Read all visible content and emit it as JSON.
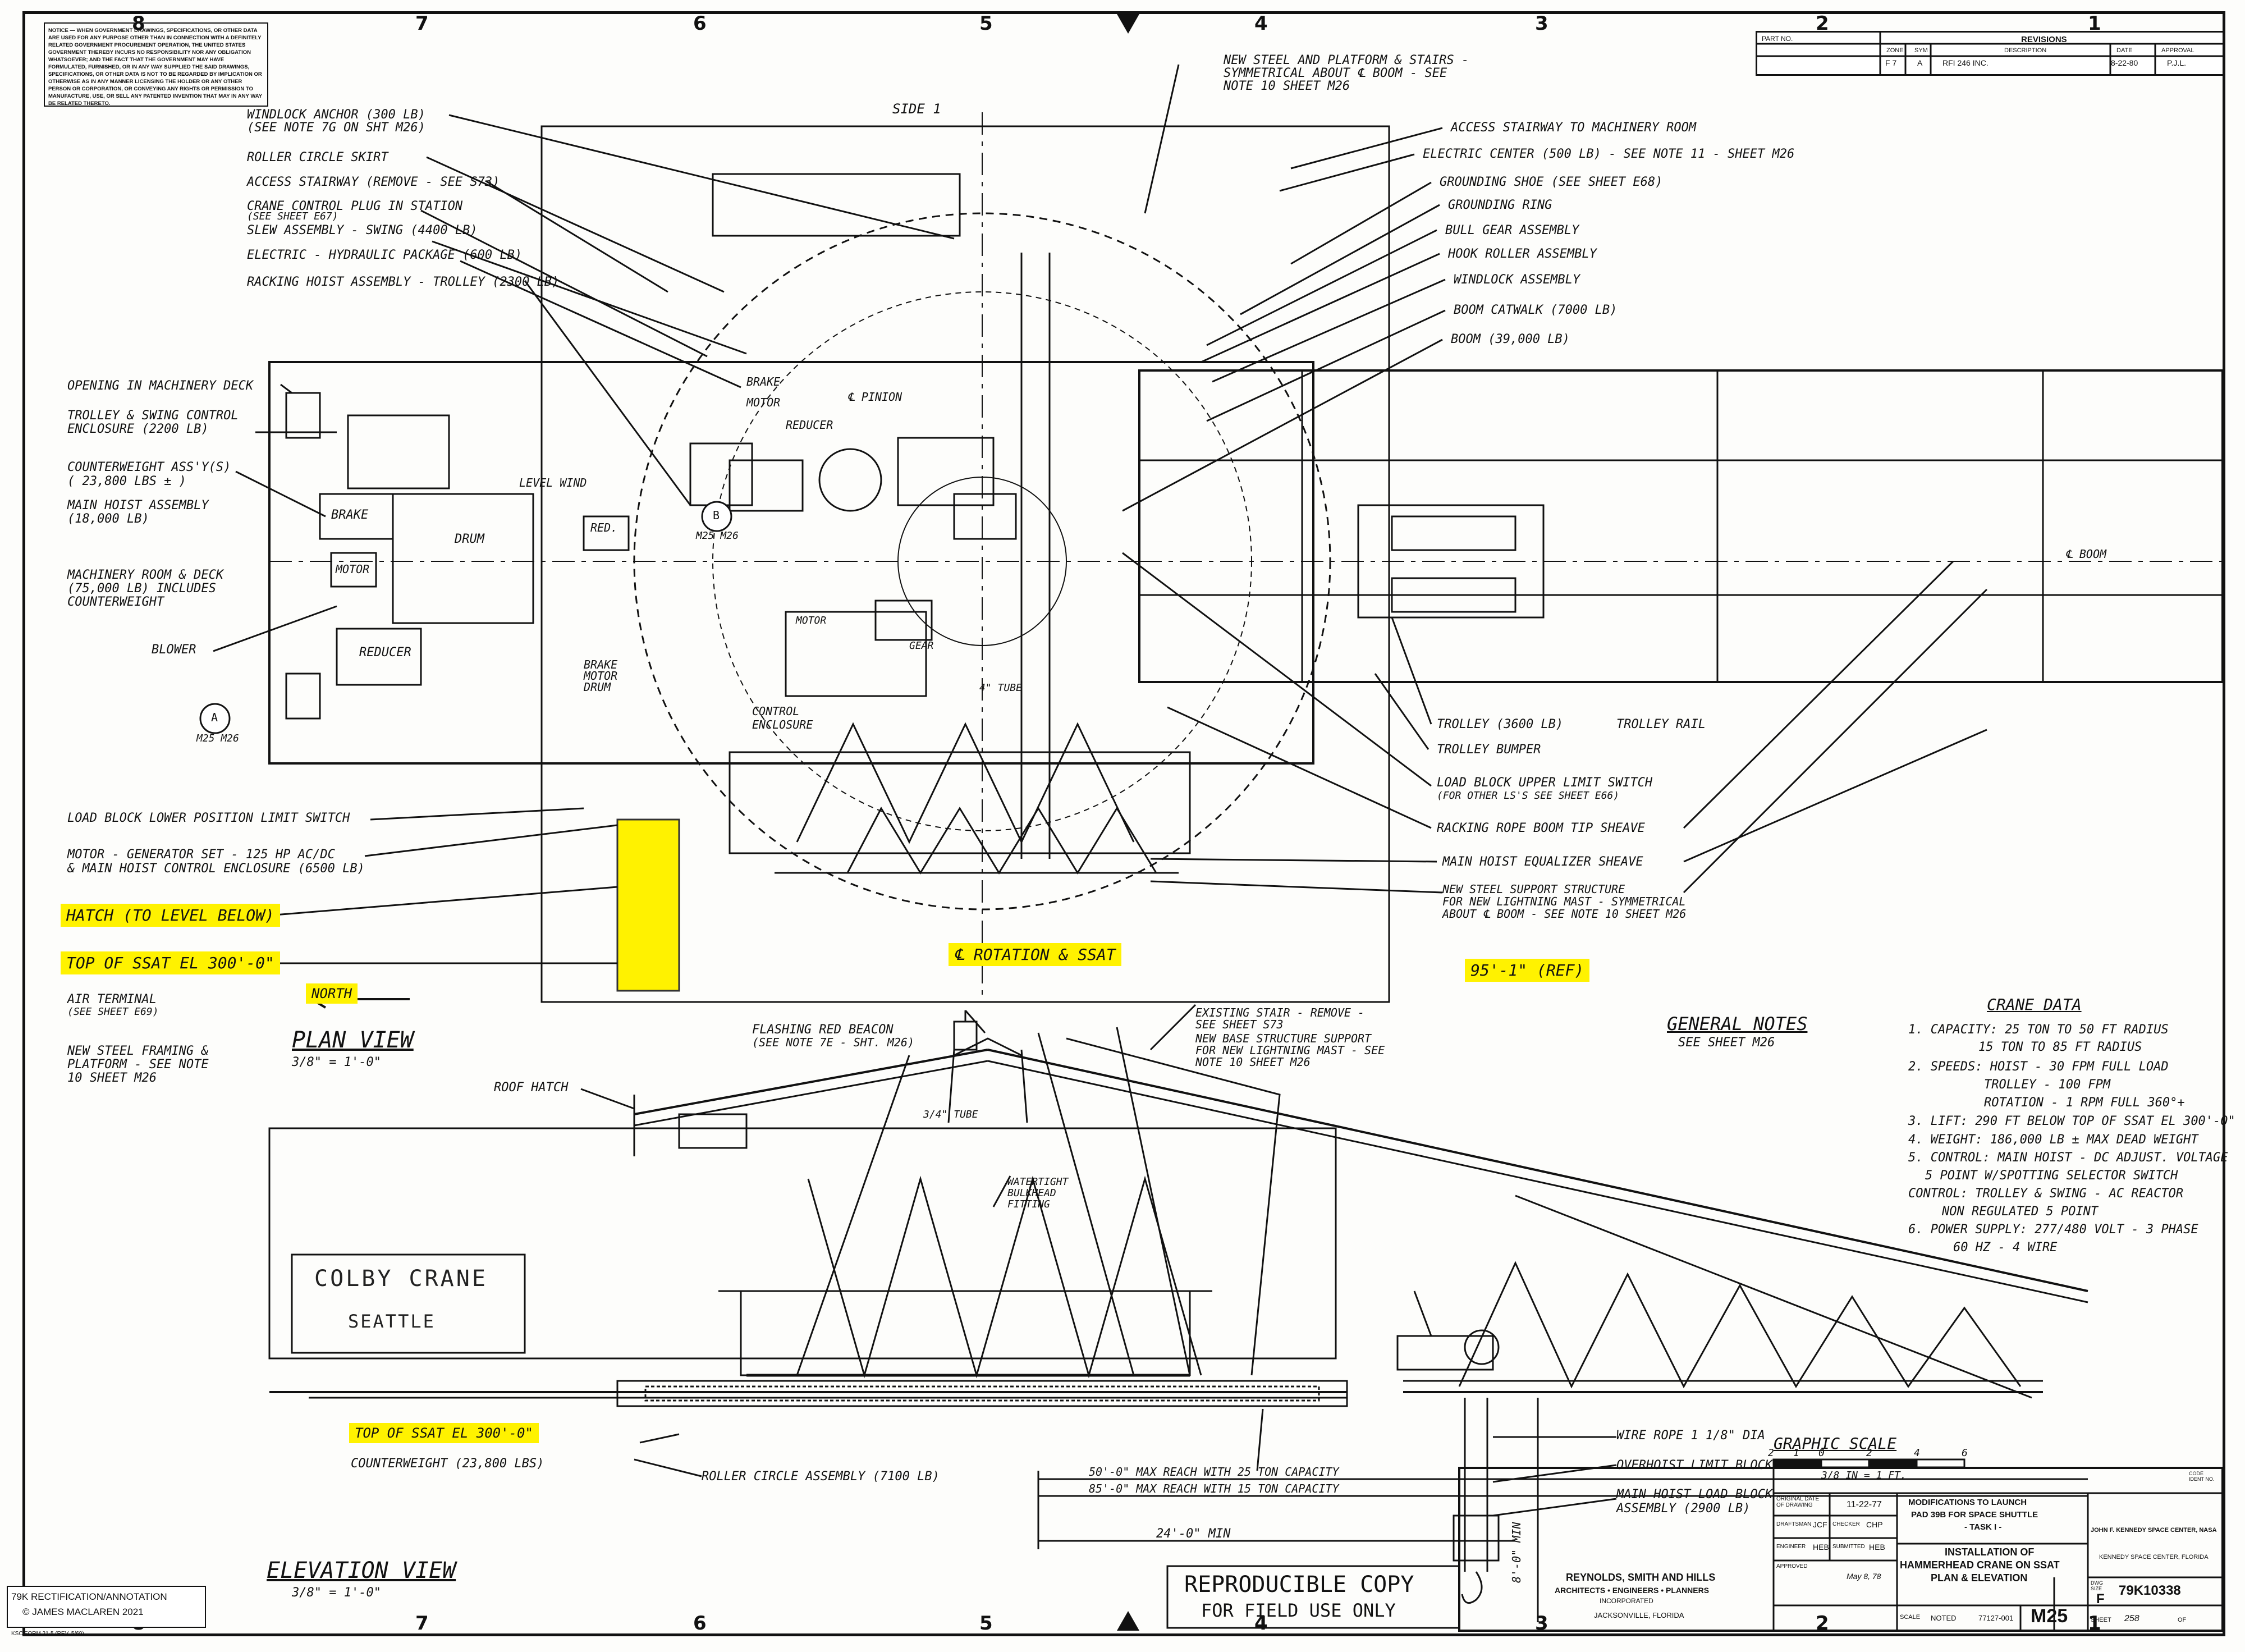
{
  "zones": [
    "8",
    "7",
    "6",
    "5",
    "4",
    "3",
    "2",
    "1"
  ],
  "notice": "NOTICE — WHEN GOVERNMENT DRAWINGS, SPECIFICATIONS, OR OTHER DATA ARE USED FOR ANY PURPOSE OTHER THAN IN CONNECTION WITH A DEFINITELY RELATED GOVERNMENT PROCUREMENT OPERATION, THE UNITED STATES GOVERNMENT THEREBY INCURS NO RESPONSIBILITY NOR ANY OBLIGATION WHATSOEVER; AND THE FACT THAT THE GOVERNMENT MAY HAVE FORMULATED, FURNISHED, OR IN ANY WAY SUPPLIED THE SAID DRAWINGS, SPECIFICATIONS, OR OTHER DATA IS NOT TO BE REGARDED BY IMPLICATION OR OTHERWISE AS IN ANY MANNER LICENSING THE HOLDER OR ANY OTHER PERSON OR CORPORATION, OR CONVEYING ANY RIGHTS OR PERMISSION TO MANUFACTURE, USE, OR SELL ANY PATENTED INVENTION THAT MAY IN ANY WAY BE RELATED THERETO.",
  "revisions": {
    "part_no_label": "PART NO.",
    "title": "REVISIONS",
    "headers": [
      "ZONE",
      "SYM",
      "DESCRIPTION",
      "DATE",
      "APPROVAL"
    ],
    "row": [
      "F 7",
      "A",
      "RFI 246 INC.",
      "8-22-80",
      "P.J.L."
    ]
  },
  "plan": {
    "side_label": "SIDE 1",
    "title": "PLAN VIEW",
    "scale": "3/8\" = 1'-0\"",
    "north": "NORTH",
    "left_callouts": [
      "WINDLOCK ANCHOR (300 LB)",
      "(SEE NOTE 7g ON SHT M26)",
      "ROLLER CIRCLE SKIRT",
      "ACCESS STAIRWAY (REMOVE - SEE S73)",
      "CRANE CONTROL PLUG IN STATION",
      "(SEE SHEET E67)",
      "SLEW ASSEMBLY - SWING (4400 lb)",
      "ELECTRIC - HYDRAULIC PACKAGE (600 lb)",
      "RACKING HOIST ASSEMBLY - TROLLEY (2300 lb)",
      "OPENING IN MACHINERY DECK",
      "TROLLEY & SWING CONTROL",
      "ENCLOSURE (2200 lb)",
      "COUNTERWEIGHT ASS'Y(S)",
      "( 23,800 LBS ± )",
      "MAIN HOIST ASSEMBLY",
      "(18,000 lb)",
      "MACHINERY ROOM & DECK",
      "(75,000 lb) INCLUDES",
      "COUNTERWEIGHT",
      "BLOWER",
      "LOAD BLOCK LOWER POSITION LIMIT SWITCH",
      "MOTOR - GENERATOR SET - 125 HP AC/DC",
      "& MAIN HOIST CONTROL ENCLOSURE (6500 lb)",
      "HATCH (TO LEVEL BELOW)",
      "TOP OF SSAT EL 300'-0\"",
      "AIR TERMINAL",
      "(SEE SHEET E69)",
      "NEW STEEL FRAMING &",
      "PLATFORM - SEE NOTE",
      "10 SHEET M26"
    ],
    "right_callouts": [
      "NEW STEEL AND PLATFORM & STAIRS -",
      "SYMMETRICAL ABOUT ℄ BOOM - SEE",
      "NOTE 10 SHEET M26",
      "ACCESS STAIRWAY TO MACHINERY ROOM",
      "ELECTRIC CENTER (500 lb) - SEE NOTE 11 - SHEET M26",
      "GROUNDING SHOE (SEE SHEET E68)",
      "GROUNDING RING",
      "BULL GEAR ASSEMBLY",
      "HOOK ROLLER ASSEMBLY",
      "WINDLOCK ASSEMBLY",
      "BOOM CATWALK (7000 lb)",
      "BOOM (39,000 lb)",
      "TROLLEY (3600 lb)",
      "TROLLEY RAIL",
      "TROLLEY BUMPER",
      "LOAD BLOCK UPPER LIMIT SWITCH",
      "(FOR OTHER LS's SEE SHEET E66)",
      "RACKING ROPE BOOM TIP SHEAVE",
      "MAIN HOIST EQUALIZER SHEAVE",
      "NEW STEEL SUPPORT STRUCTURE",
      "FOR NEW LIGHTNING MAST - SYMMETRICAL",
      "ABOUT ℄ BOOM - SEE NOTE 10 SHEET M26"
    ],
    "inner_labels": {
      "brake": "BRAKE",
      "motor": "MOTOR",
      "reducer": "REDUCER",
      "pinion": "℄ PINION",
      "level_wind": "LEVEL WIND",
      "drum": "DRUM",
      "red": "RED.",
      "brake2": "BRAKE",
      "motor2": "MOTOR",
      "drum2": "DRUM",
      "reducer2": "REDUCER",
      "motor3": "MOTOR",
      "gear": "GEAR",
      "control_enclosure": "CONTROL ENCLOSURE",
      "tube": "4\" TUBE",
      "boom": "℄ BOOM",
      "rotation": "℄ ROTATION & SSAT",
      "ref_dim": "95'-1\" (REF)",
      "section_a": "A",
      "section_ref": "M25 M26",
      "section_b": "B"
    }
  },
  "elevation": {
    "title": "ELEVATION VIEW",
    "scale": "3/8\" = 1'-0\"",
    "sign_line1": "COLBY CRANE",
    "sign_line2": "SEATTLE",
    "callouts": [
      "FLASHING RED BEACON",
      "(SEE NOTE 7e - SHT. M26)",
      "EXISTING STAIR - REMOVE -",
      "SEE SHEET S73",
      "NEW BASE STRUCTURE SUPPORT",
      "FOR NEW LIGHTNING MAST - SEE",
      "NOTE 10 SHEET M26",
      "ROOF HATCH",
      "3/4\" TUBE",
      "WATERTIGHT",
      "BULKHEAD",
      "FITTING",
      "TOP OF SSAT EL 300'-0\"",
      "COUNTERWEIGHT (23,800 lbs)",
      "ROLLER CIRCLE ASSEMBLY (7100 lb)",
      "WIRE ROPE 1 1/8\" DIA",
      "OVERHOIST LIMIT BLOCK",
      "MAIN HOIST LOAD BLOCK",
      "ASSEMBLY (2900 lb)"
    ],
    "dims": [
      "50'-0\" MAX REACH WITH 25 TON CAPACITY",
      "85'-0\" MAX REACH WITH 15 TON CAPACITY",
      "24'-0\" MIN",
      "8'-0\" MIN"
    ]
  },
  "general_notes": {
    "title": "GENERAL NOTES",
    "sub": "SEE SHEET M26"
  },
  "crane_data": {
    "title": "CRANE DATA",
    "lines": [
      "1. CAPACITY: 25 TON TO 50 FT RADIUS",
      "15 TON TO 85 FT RADIUS",
      "2. SPEEDS: HOIST - 30 FPM FULL LOAD",
      "TROLLEY - 100 FPM",
      "ROTATION - 1 RPM FULL 360°+",
      "3. LIFT: 290 FT BELOW TOP OF SSAT EL 300'-0\"",
      "4. WEIGHT: 186,000 lb ± MAX DEAD WEIGHT",
      "5. CONTROL: MAIN HOIST - DC ADJUST. VOLTAGE",
      "5 POINT W/SPOTTING SELECTOR SWITCH",
      "CONTROL: TROLLEY & SWING - AC REACTOR",
      "NON REGULATED 5 POINT",
      "6. POWER SUPPLY: 277/480 VOLT - 3 PHASE",
      "60 HZ - 4 WIRE"
    ]
  },
  "graphic_scale": {
    "title": "GRAPHIC SCALE",
    "ticks": [
      "2",
      "1",
      "0",
      "2",
      "4",
      "6"
    ],
    "caption": "3/8 IN = 1 FT."
  },
  "stamp": {
    "line1": "REPRODUCIBLE COPY",
    "line2": "FOR FIELD USE ONLY"
  },
  "title_block": {
    "firm1": "REYNOLDS, SMITH AND HILLS",
    "firm2": "ARCHITECTS • ENGINEERS • PLANNERS",
    "firm3": "INCORPORATED",
    "firm4": "JACKSONVILLE, FLORIDA",
    "original_date_label": "ORIGINAL DATE OF DRAWING",
    "original_date": "11-22-77",
    "drafted_label": "DRAFTSMAN",
    "drafted": "JCF",
    "checker_label": "CHECKER",
    "checker": "CHP",
    "engineer_label": "ENGINEER",
    "engineer": "HEB",
    "approved_label": "SUBMITTED",
    "approved": "HEB",
    "approver_date": "May 8, 78",
    "approved_by_label": "APPROVED",
    "mod1": "MODIFICATIONS TO LAUNCH",
    "mod2": "PAD 39B FOR SPACE SHUTTLE",
    "mod3": "- TASK I -",
    "title1": "INSTALLATION OF",
    "title2": "HAMMERHEAD CRANE ON SSAT",
    "title3": "PLAN & ELEVATION",
    "scale_label": "SCALE",
    "scale_value": "NOTED",
    "job_no": "77127-001",
    "sheet_id": "M25",
    "center1": "JOHN F. KENNEDY SPACE CENTER, NASA",
    "center2": "KENNEDY SPACE CENTER, FLORIDA",
    "code_ident_label": "CODE IDENT NO.",
    "size_label": "DWG SIZE",
    "size": "F",
    "dwg_no": "79K10338",
    "sheet_label": "SHEET",
    "sheet_no": "258",
    "of_label": "OF"
  },
  "credit": {
    "line1": "79K RECTIFICATION/ANNOTATION",
    "line2": "© JAMES MACLAREN 2021",
    "form": "KSC FORM 21-5 (REV. 5/69)"
  }
}
